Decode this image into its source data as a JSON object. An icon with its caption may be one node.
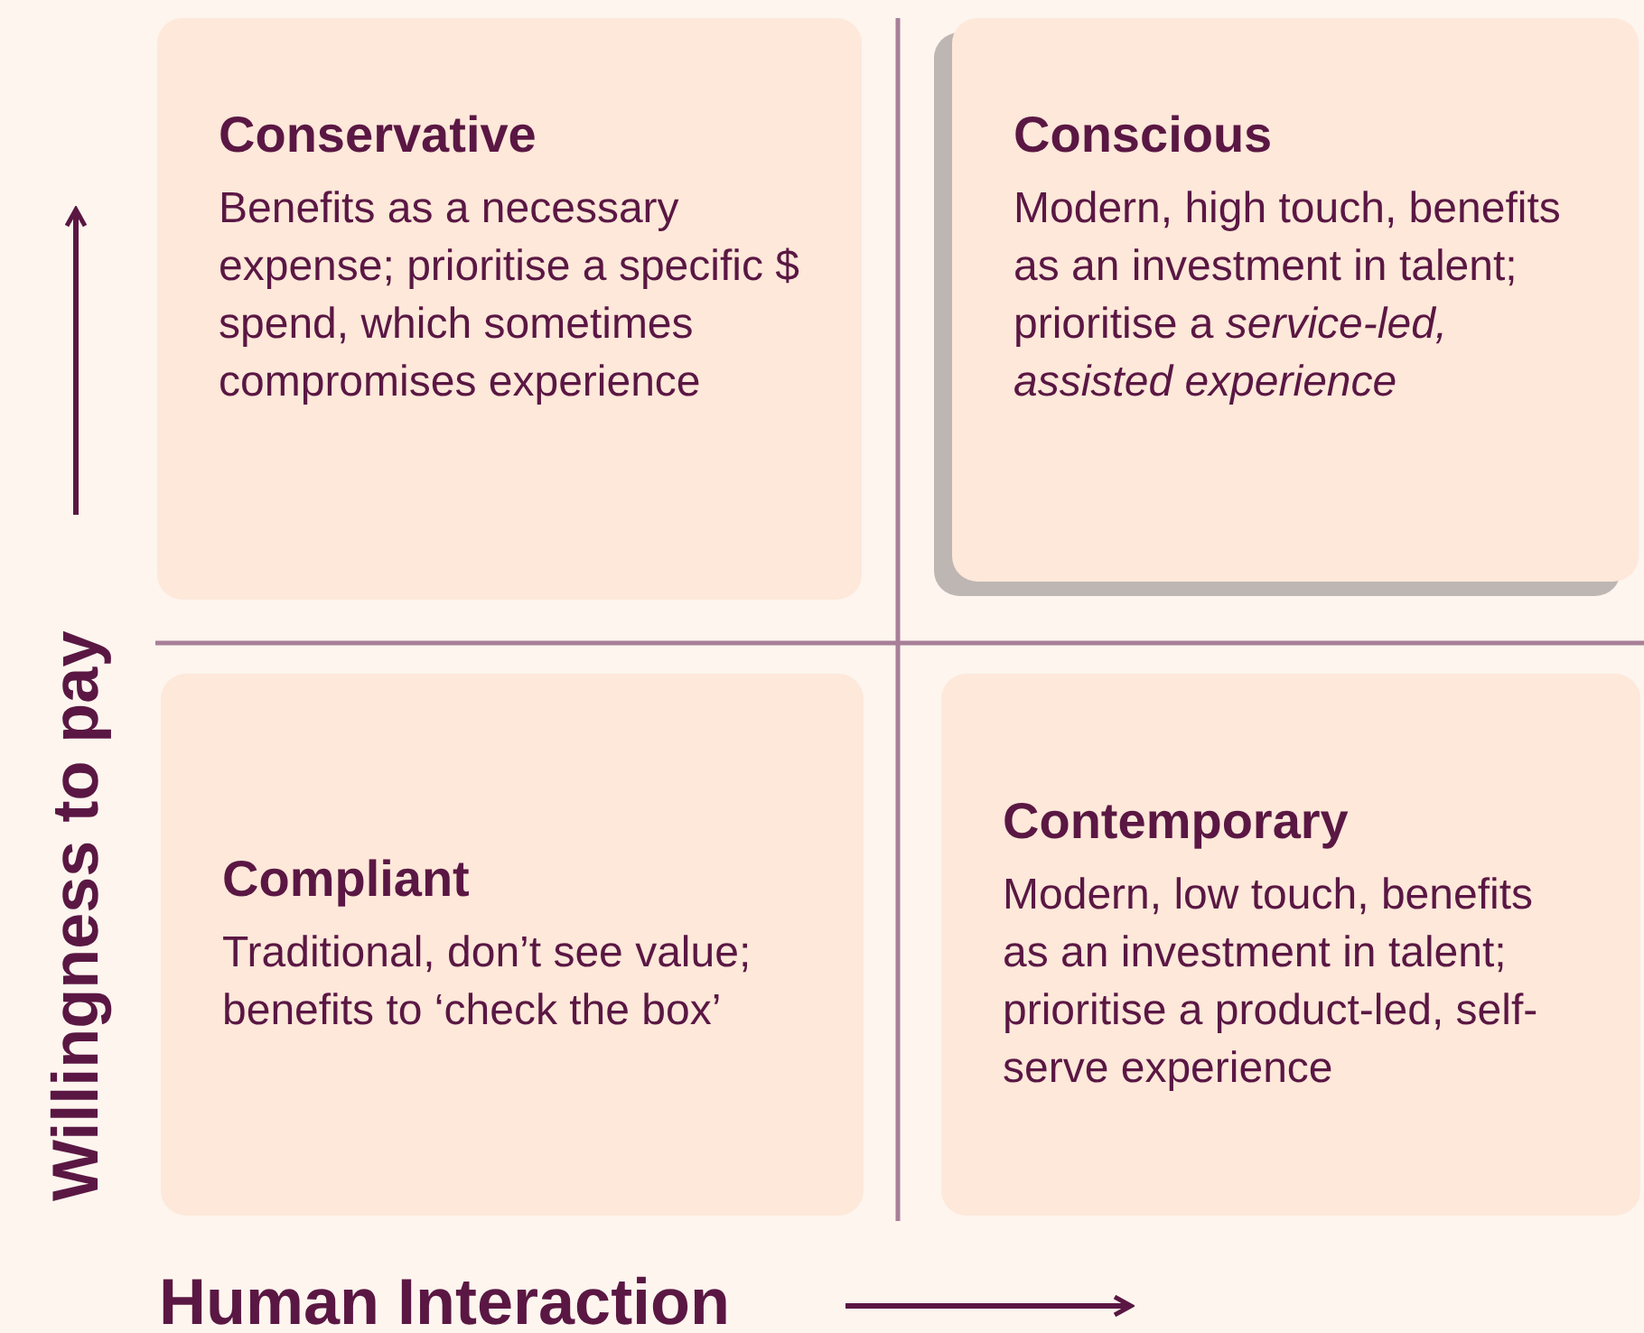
{
  "diagram": {
    "nodes": [
      {
        "text": [
          "Conservative",
          "Benefits as a necessary expense; prioritise a specific $ spend, which sometimes compromises experience"
        ]
      },
      {
        "text": [
          "Conscious",
          "Modern, high touch, benefits as an investment in talent; prioritise a *service-led, assisted experience*"
        ]
      },
      {
        "text": [
          "Compliant",
          "Traditional, don’t see value; benefits to ‘check the box’"
        ]
      },
      {
        "text": [
          "Contemporary",
          "Modern, low touch, benefits as an investment in talent; prioritise a product-led, self-serve experience"
        ]
      }
    ],
    "labels": [
      "Willingness to pay",
      "Human Interaction"
    ]
  }
}
